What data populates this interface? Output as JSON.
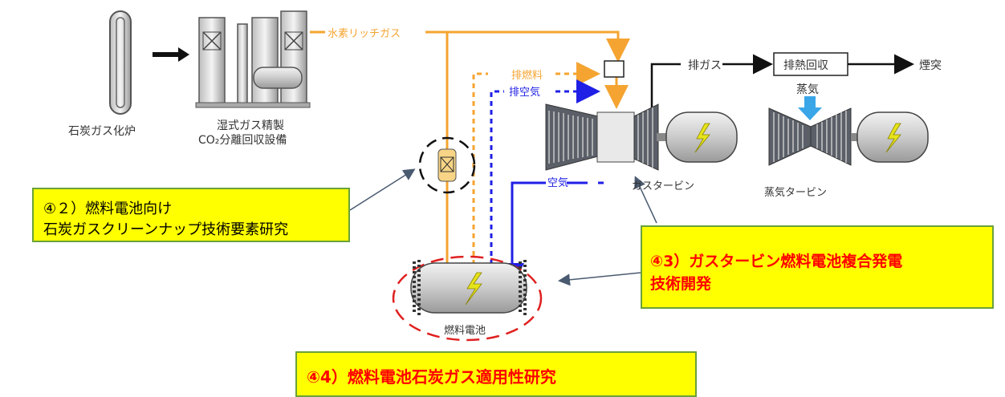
{
  "labels": {
    "gasifier": "石炭ガス化炉",
    "wet_gas_line1": "湿式ガス精製",
    "wet_gas_line2": "CO₂分離回収設備",
    "hydrogen_rich_gas": "水素リッチガス",
    "exhaust_fuel": "排燃料",
    "exhaust_air": "排空気",
    "exhaust_gas": "排ガス",
    "heat_recovery": "排熱回収",
    "chimney": "煙突",
    "steam": "蒸気",
    "gas_turbine": "ガスタービン",
    "steam_turbine": "蒸気タービン",
    "air": "空気",
    "fuel_cell": "燃料電池"
  },
  "callouts": {
    "c2_line1": "④２）燃料電池向け",
    "c2_line2": "石炭ガスクリーンナップ技術要素研究",
    "c3_line1": "④3）ガスタービン燃料電池複合発電",
    "c3_line2": "技術開発",
    "c4_line1": "④4）燃料電池石炭ガス適用性研究"
  },
  "colors": {
    "orange": "#f5a431",
    "blue": "#1f1fe6",
    "red_dashed": "#e02020",
    "callout_fill": "#ffff00",
    "callout_border": "#6aa13a",
    "callout_red_text": "#ff0000",
    "steam_arrow": "#3aa6e8"
  }
}
